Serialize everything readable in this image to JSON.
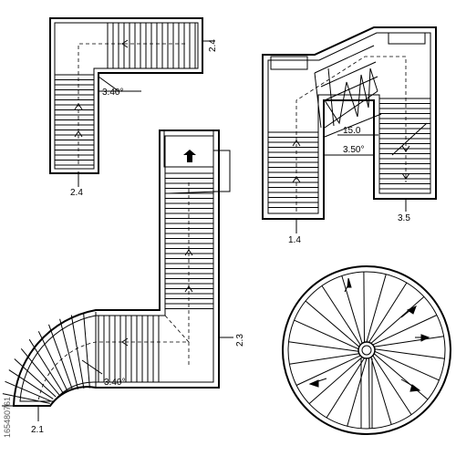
{
  "plans": {
    "l_stair": {
      "dim_angle": "3.40°",
      "dim_bottom": "2.4",
      "dim_right": "2.4"
    },
    "winder_stair": {
      "dim_length": "15.0",
      "dim_angle": "3.50°",
      "dim_left": "1.4",
      "dim_right": "3.5"
    },
    "curved_stair": {
      "dim_angle": "3.40°",
      "dim_bottom": "2.1",
      "dim_right": "2.3"
    },
    "spiral_stair": {}
  },
  "watermark": {
    "id_text": "165480761"
  }
}
